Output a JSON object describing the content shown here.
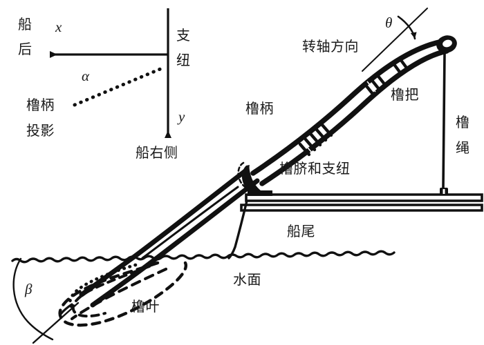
{
  "diagram": {
    "title_text": "",
    "ink_color": "#111111",
    "background": "#ffffff"
  },
  "axes": {
    "x_symbol": "x",
    "y_symbol": "y",
    "x_direction_label_line1": "船",
    "x_direction_label_line2": "后",
    "y_direction_label": "船右侧",
    "origin_label_line1": "支",
    "origin_label_line2": "纽"
  },
  "angles": {
    "alpha_symbol": "α",
    "beta_symbol": "β",
    "theta_symbol": "θ"
  },
  "labels": {
    "handle_projection_line1": "橹柄",
    "handle_projection_line2": "投影",
    "rotation_axis_direction": "转轴方向",
    "oar_shaft": "橹柄",
    "oar_grip": "橹把",
    "oar_rope_line1": "橹",
    "oar_rope_line2": "绳",
    "oar_navel_and_pivot": "橹脐和支纽",
    "stern": "船尾",
    "water_surface": "水面",
    "oar_blade": "橹叶"
  }
}
